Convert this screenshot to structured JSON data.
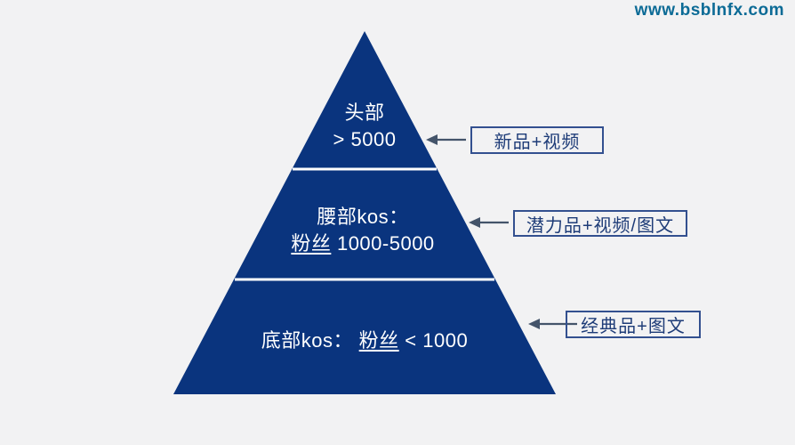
{
  "watermark": "www.bsblnfx.com",
  "colors": {
    "background": "#f2f2f3",
    "pyramid_fill": "#0a347e",
    "divider_line": "#ffffff",
    "arrow": "#44546a",
    "callout_border": "#33508f",
    "callout_text": "#1e3c78",
    "watermark_text": "#0c6b96",
    "tier_text": "#ffffff"
  },
  "pyramid": {
    "tiers": [
      {
        "id": "top",
        "line1": "头部",
        "line2": "> 5000"
      },
      {
        "id": "middle",
        "line1": "腰部kos：",
        "line2_underlined": "粉丝",
        "line2_rest": " 1000-5000"
      },
      {
        "id": "bottom",
        "line1_prefix": "底部kos： ",
        "line1_underlined": "粉丝",
        "line1_rest": " < 1000"
      }
    ]
  },
  "callouts": [
    {
      "label": "新品+视频",
      "target_tier": "top"
    },
    {
      "label": "潜力品+视频/图文",
      "target_tier": "middle"
    },
    {
      "label": "经典品+图文",
      "target_tier": "bottom"
    }
  ]
}
